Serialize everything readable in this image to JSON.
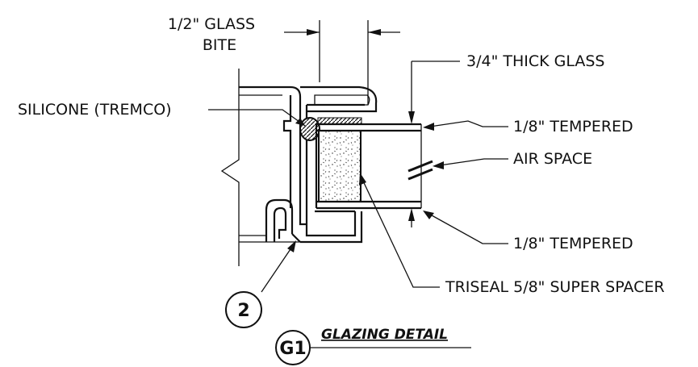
{
  "labels": {
    "glass_bite_line1": "1/2\" GLASS",
    "glass_bite_line2": "BITE",
    "thick_glass": "3/4\" THICK GLASS",
    "silicone": "SILICONE (TREMCO)",
    "tempered_top": "1/8\" TEMPERED",
    "air_space": "AIR SPACE",
    "tempered_bottom": "1/8\" TEMPERED",
    "spacer": "TRISEAL 5/8\" SUPER SPACER"
  },
  "callouts": {
    "detail_number": "2",
    "sheet_ref": "G1",
    "detail_title": "GLAZING DETAIL"
  }
}
